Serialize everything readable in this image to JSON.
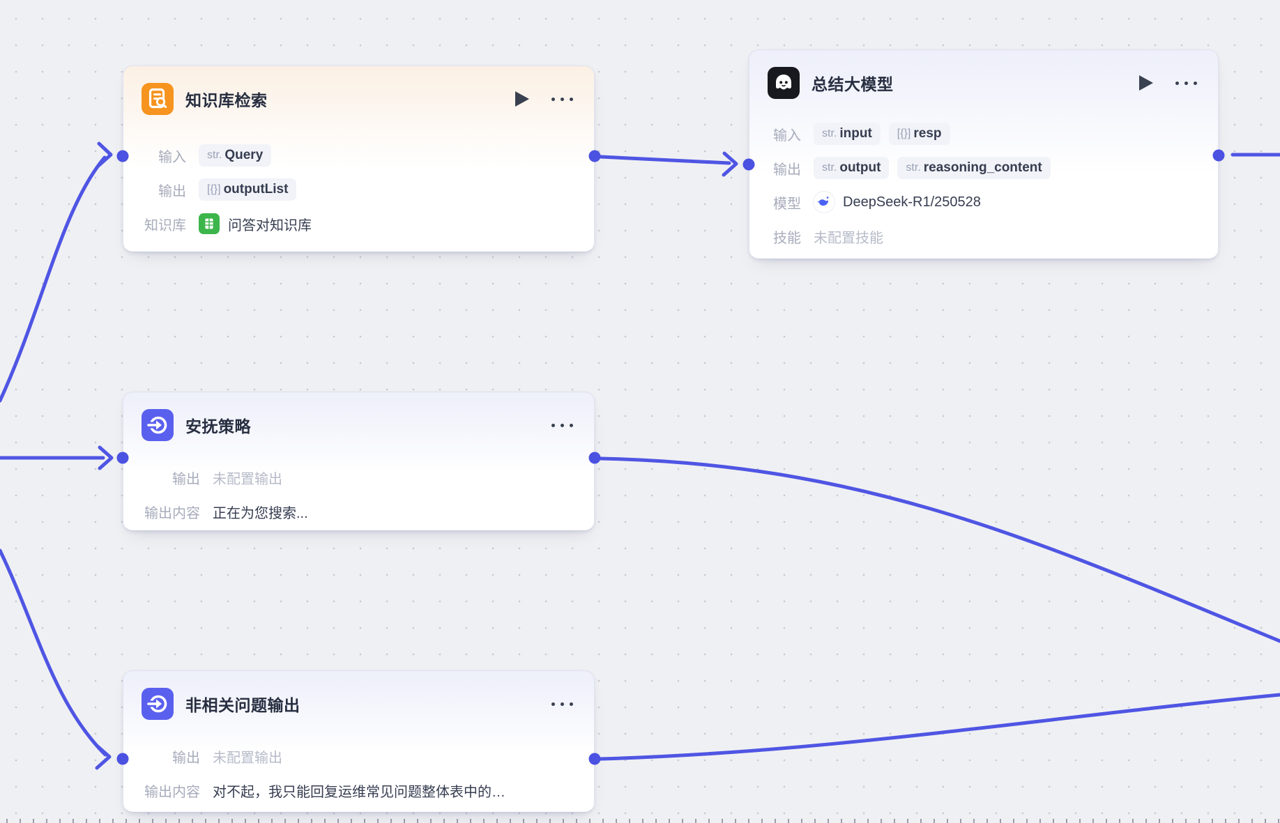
{
  "canvas": {
    "accent_color": "#4f55e3",
    "background_color": "#eff0f3",
    "dot_color": "#c6c8d1"
  },
  "nodes": [
    {
      "id": "knowledge-retrieval",
      "title": "知识库检索",
      "icon": "knowledge-search-icon",
      "icon_bg": "#f6941f",
      "rows": [
        {
          "label": "输入",
          "type": "tags",
          "tags": [
            {
              "prefix": "str.",
              "text": "Query"
            }
          ]
        },
        {
          "label": "输出",
          "type": "tags",
          "tags": [
            {
              "prefix": "[{}]",
              "text": "outputList"
            }
          ]
        },
        {
          "label": "知识库",
          "type": "icon-text",
          "icon": "qa-knowledge-base-icon",
          "text": "问答对知识库"
        }
      ]
    },
    {
      "id": "summary-llm",
      "title": "总结大模型",
      "icon": "bot-icon",
      "icon_bg": "#17191f",
      "rows": [
        {
          "label": "输入",
          "type": "tags",
          "tags": [
            {
              "prefix": "str.",
              "text": "input"
            },
            {
              "prefix": "[{}]",
              "text": "resp"
            }
          ]
        },
        {
          "label": "输出",
          "type": "tags",
          "tags": [
            {
              "prefix": "str.",
              "text": "output"
            },
            {
              "prefix": "str.",
              "text": "reasoning_content"
            }
          ]
        },
        {
          "label": "模型",
          "type": "icon-text",
          "icon": "deepseek-whale-icon",
          "text": "DeepSeek-R1/250528"
        },
        {
          "label": "技能",
          "type": "muted",
          "text": "未配置技能"
        }
      ]
    },
    {
      "id": "comfort-strategy",
      "title": "安抚策略",
      "icon": "output-arrow-icon",
      "icon_bg": "#5a60ee",
      "rows": [
        {
          "label": "输出",
          "type": "muted",
          "text": "未配置输出"
        },
        {
          "label": "输出内容",
          "type": "text",
          "text": "正在为您搜索..."
        }
      ]
    },
    {
      "id": "irrelevant-question-output",
      "title": "非相关问题输出",
      "icon": "output-arrow-icon",
      "icon_bg": "#5a60ee",
      "rows": [
        {
          "label": "输出",
          "type": "muted",
          "text": "未配置输出"
        },
        {
          "label": "输出内容",
          "type": "text",
          "text": "对不起，我只能回复运维常见问题整体表中的…"
        }
      ]
    }
  ],
  "edges": [
    {
      "from": "offscreen-left",
      "to": "knowledge-retrieval.input",
      "has_arrow": true
    },
    {
      "from": "knowledge-retrieval.output",
      "to": "summary-llm.input",
      "has_arrow": true
    },
    {
      "from": "offscreen-left",
      "to": "comfort-strategy.input",
      "has_arrow": true
    },
    {
      "from": "offscreen-left",
      "to": "irrelevant-question-output.input",
      "has_arrow": true
    },
    {
      "from": "summary-llm.output",
      "to": "offscreen-right",
      "has_arrow": false
    },
    {
      "from": "comfort-strategy.output",
      "to": "offscreen-right",
      "has_arrow": false
    },
    {
      "from": "irrelevant-question-output.output",
      "to": "offscreen-right",
      "has_arrow": false
    }
  ]
}
